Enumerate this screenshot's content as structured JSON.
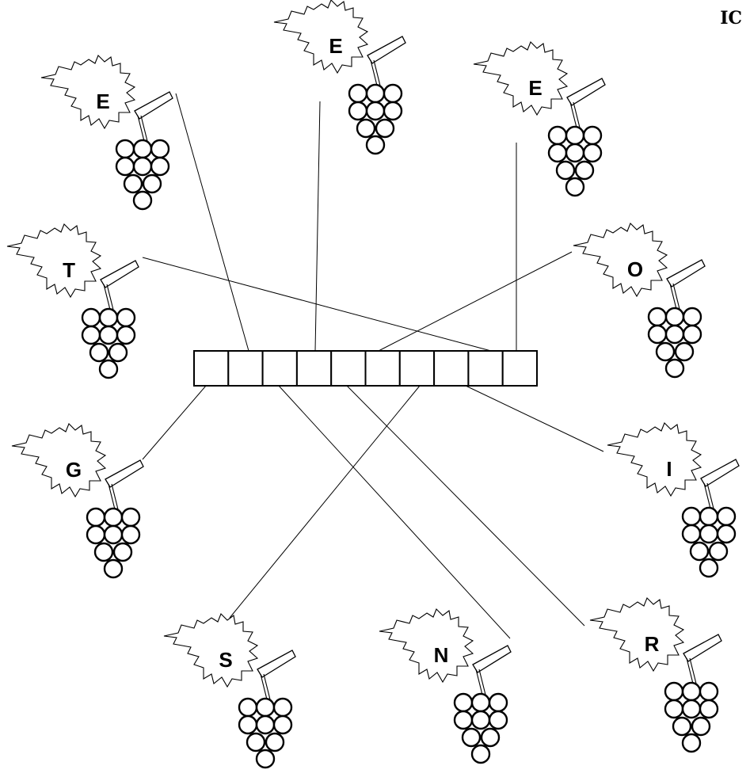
{
  "corner_label": "IC",
  "puzzle": {
    "answer_box_count": 10,
    "grapevines": [
      {
        "id": "top-left",
        "letter": "E"
      },
      {
        "id": "top-center",
        "letter": "E"
      },
      {
        "id": "top-right",
        "letter": "E"
      },
      {
        "id": "mid-left",
        "letter": "T"
      },
      {
        "id": "mid-right",
        "letter": "O"
      },
      {
        "id": "lower-left",
        "letter": "G"
      },
      {
        "id": "lower-right",
        "letter": "I"
      },
      {
        "id": "bottom-left",
        "letter": "S"
      },
      {
        "id": "bottom-center",
        "letter": "N"
      },
      {
        "id": "bottom-right",
        "letter": "R"
      }
    ]
  }
}
